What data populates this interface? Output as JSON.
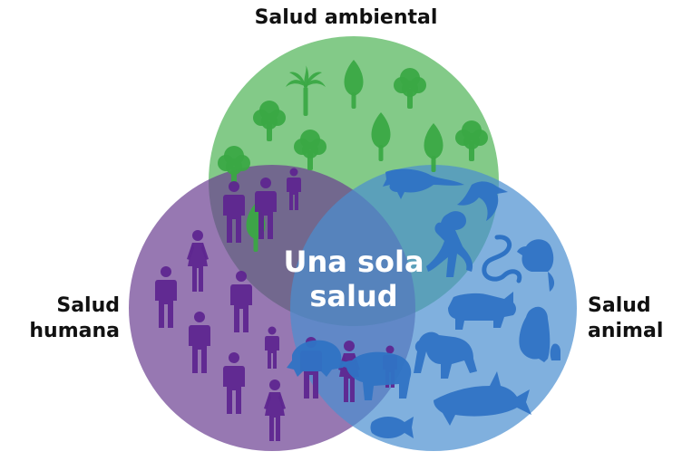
{
  "labels": {
    "environmental": "Salud ambiental",
    "human_line1": "Salud",
    "human_line2": "humana",
    "animal_line1": "Salud",
    "animal_line2": "animal",
    "center_line1": "Una sola",
    "center_line2": "salud"
  },
  "colors": {
    "environmental": "#4fb356",
    "human": "#6b3f92",
    "animal": "#4a8fd0",
    "tree": "#3aa845",
    "person": "#5e2690",
    "animal_icon": "#2f73c4",
    "text": "#111111",
    "center_text": "#ffffff"
  },
  "icons": {
    "environmental": [
      "tree-icon",
      "palm-tree-icon",
      "poplar-tree-icon"
    ],
    "human": [
      "person-icon",
      "child-icon"
    ],
    "animal": [
      "lizard-icon",
      "bird-icon",
      "monkey-icon",
      "snake-icon",
      "rodent-icon",
      "rhino-icon",
      "penguin-icon",
      "tiger-icon",
      "shark-icon",
      "fish-icon",
      "turtle-icon",
      "bear-icon"
    ]
  }
}
